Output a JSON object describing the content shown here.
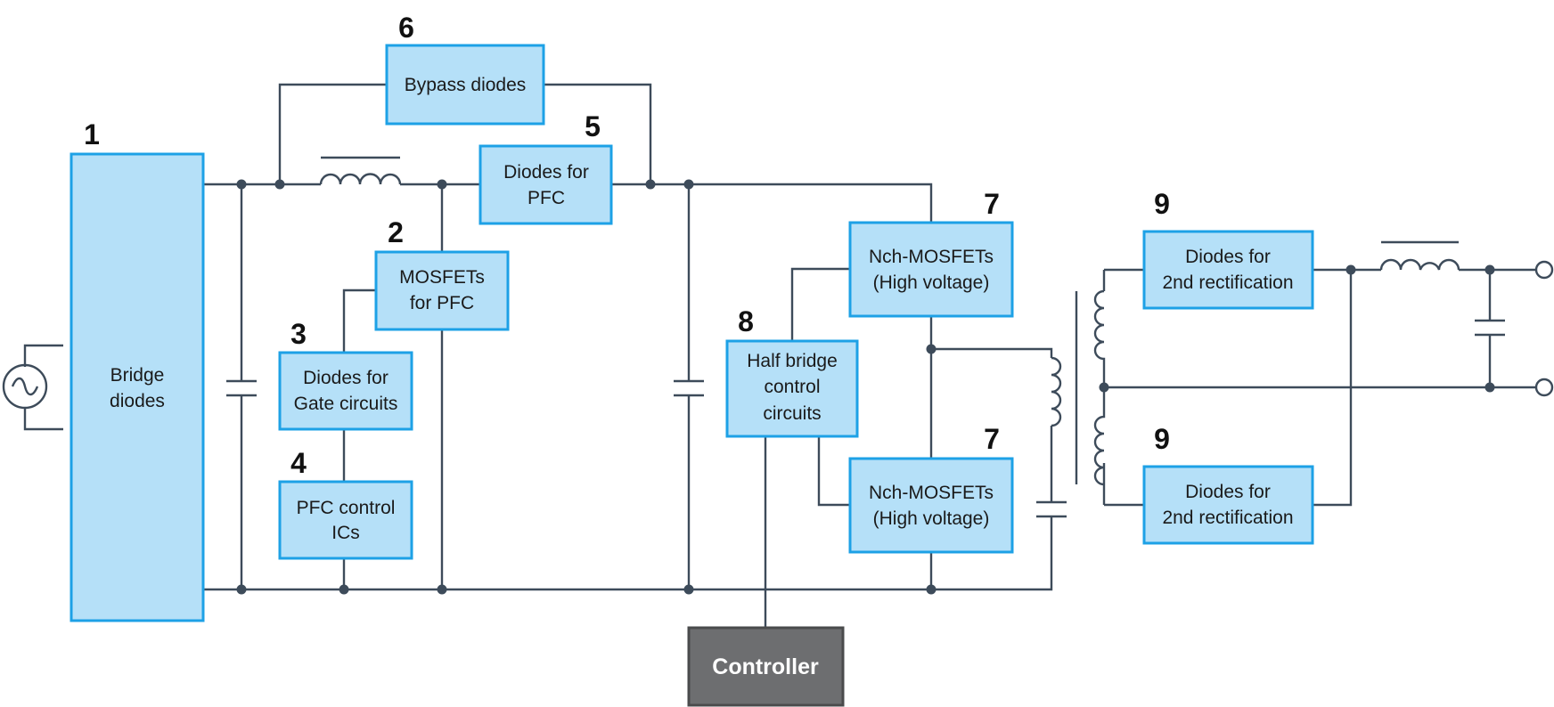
{
  "blocks": {
    "bridge": {
      "lines": [
        "Bridge",
        "diodes"
      ],
      "number": "1"
    },
    "mosfet_pfc": {
      "lines": [
        "MOSFETs",
        "for PFC"
      ],
      "number": "2"
    },
    "diodes_gate": {
      "lines": [
        "Diodes for",
        "Gate circuits"
      ],
      "number": "3"
    },
    "pfc_ic": {
      "lines": [
        "PFC control",
        "ICs"
      ],
      "number": "4"
    },
    "diodes_pfc": {
      "lines": [
        "Diodes for",
        "PFC"
      ],
      "number": "5"
    },
    "bypass": {
      "lines": [
        "Bypass diodes"
      ],
      "number": "6"
    },
    "nch_high": {
      "lines": [
        "Nch-MOSFETs",
        "(High voltage)"
      ],
      "number": "7"
    },
    "nch_low": {
      "lines": [
        "Nch-MOSFETs",
        "(High voltage)"
      ],
      "number": "7"
    },
    "half_bridge": {
      "lines": [
        "Half bridge",
        "control",
        "circuits"
      ],
      "number": "8"
    },
    "rect_top": {
      "lines": [
        "Diodes for",
        "2nd rectification"
      ],
      "number": "9"
    },
    "rect_bottom": {
      "lines": [
        "Diodes for",
        "2nd rectification"
      ],
      "number": "9"
    },
    "controller": {
      "lines": [
        "Controller"
      ]
    }
  },
  "icons": {
    "ac_source": "ac-source-icon",
    "inductor": "inductor-icon",
    "capacitor": "capacitor-icon",
    "transformer": "transformer-icon",
    "output_terminal": "output-terminal-icon"
  },
  "colors": {
    "block_fill": "#b5e0f8",
    "block_border": "#1da1e6",
    "controller_fill": "#6d6e70",
    "wire": "#3d4b5a"
  }
}
